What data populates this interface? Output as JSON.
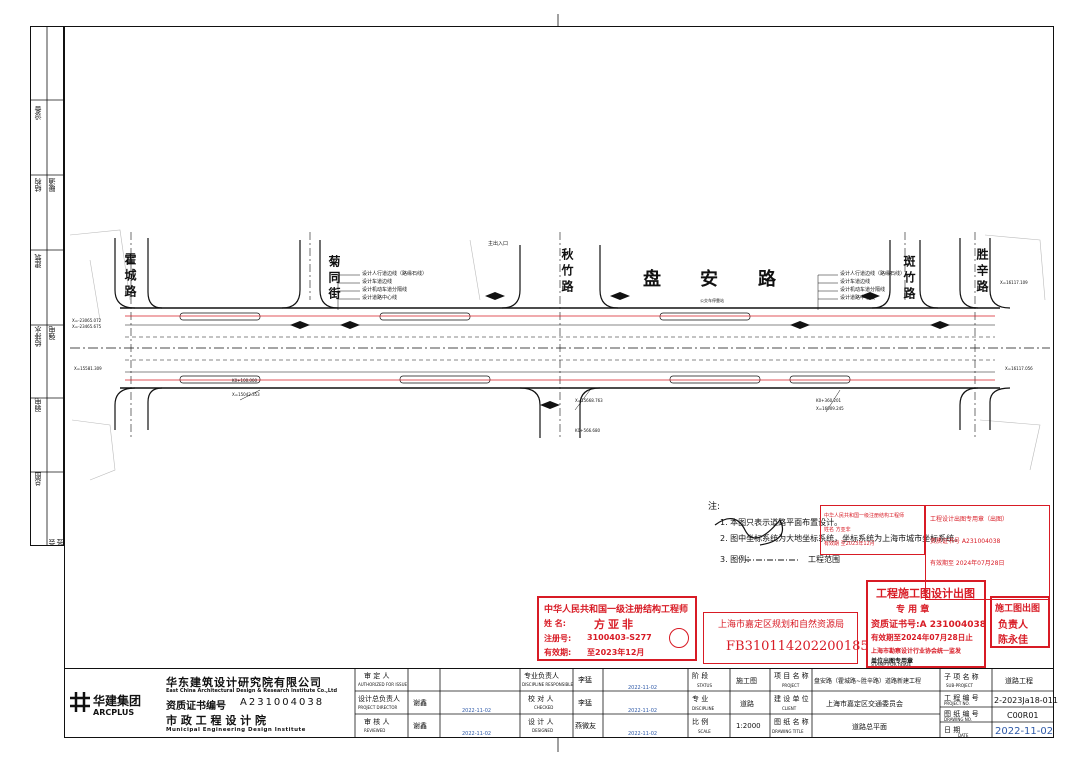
{
  "left_strip": [
    "设备",
    "结构",
    "暖通",
    "建筑",
    "给排水",
    "强电",
    "弱电",
    "总图",
    "会签"
  ],
  "roads": {
    "huicheng": "霍城路",
    "jutong": "菊同街",
    "qiuzhu": "秋竹路",
    "panan": [
      "盘",
      "安",
      "路"
    ],
    "banzhu": "斑竹路",
    "shengxin": "胜辛路"
  },
  "legend_left": [
    "设计人行道边线（路缘石线）",
    "设计车道边线",
    "设计机动车道分隔线",
    "设计道路中心线"
  ],
  "legend_right": [
    "设计人行道边线（路缘石线）",
    "设计车道边线",
    "设计机动车道分隔线",
    "设计道路中心线"
  ],
  "plan_labels": {
    "kou": "主出入口",
    "coord1": "X=-23065.072",
    "coord2": "X=-23465.675",
    "coord3": "X=15581.309",
    "coord4": "X=15042.353",
    "coord5": "X=15668.763",
    "coord6": "X=16009.245",
    "coord7": "X=16117.056",
    "coord8": "X=16117.109",
    "station1": "K0+100.000",
    "station2": "K0+360.201",
    "station3": "K0+566.680",
    "bus": "公交车停靠站"
  },
  "notes": {
    "title": "注:",
    "items": [
      "1. 本图只表示道路平面布置设计。",
      "2. 图中坐标系统为大地坐标系统，坐标系统为上海市城市坐标系统。",
      "3. 图例：",
      "工程范围"
    ]
  },
  "stamp_structural": {
    "title": "中华人民共和国一级注册结构工程师",
    "name_label": "姓   名:",
    "name": "方亚非",
    "reg_label": "注册号:",
    "reg": "3100403-S277",
    "valid_label": "有效期:",
    "valid": "至2023年12月"
  },
  "stamp_planning": {
    "title": "上海市嘉定区规划和自然资源局",
    "code": "FB310114202200185"
  },
  "stamp_construction": {
    "title": "工程施工图设计出图",
    "sub": "专  用  章",
    "cert": "资质证书号:A 231004038",
    "valid": "有效期至2024年07月28日止",
    "issuer": "上海市勘察设计行业协会统一监发",
    "unit": "单位出图专用章",
    "stamp_for_issue": "STAMP FOR ISSUE"
  },
  "stamp_responsible": {
    "title": "施工图出图",
    "role": "负责人",
    "name": "陈永佳"
  },
  "stamp_small_left": {
    "line1": "中华人民共和国一级注册结构工程师",
    "line2": "姓名 方亚非",
    "line3": "有效期 至2023年12月"
  },
  "stamp_small_right": {
    "line1": "工程设计出图专用章（出图）",
    "line2": "资质证书号 A231004038",
    "line3": "有效期至 2024年07月28日"
  },
  "title_block": {
    "company_cn": "华东建筑设计研究院有限公司",
    "company_en": "East China Architectural Design & Research Institute Co.,Ltd",
    "cert_label": "资质证书编号",
    "cert_no": "A231004038",
    "institute_cn": "市  政  工  程  设  计  院",
    "institute_en": "Municipal Engineering Design Institute",
    "logo_cn": "华建集团",
    "logo_en": "ARCPLUS",
    "rows": [
      {
        "label": "审 定 人",
        "en": "AUTHORIZED FOR ISSUE",
        "name": "",
        "date": ""
      },
      {
        "label": "设计总负责人",
        "en": "PROJECT DIRECTOR",
        "name": "谢鑫",
        "date": "2022-11-02"
      },
      {
        "label": "审 核 人",
        "en": "REVIEWED",
        "name": "谢鑫",
        "date": "2022-11-02"
      }
    ],
    "rows2": [
      {
        "label": "专业负责人",
        "en": "DISCIPLINE RESPONSIBLE",
        "name": "李猛",
        "date": "2022-11-02"
      },
      {
        "label": "校 对 人",
        "en": "CHECKED",
        "name": "李猛",
        "date": "2022-11-02"
      },
      {
        "label": "设 计 人",
        "en": "DESIGNED",
        "name": "燕微友",
        "date": "2022-11-02"
      }
    ],
    "status_label": "阶    段",
    "status_en": "STATUS",
    "status_value": "施工图",
    "discipline_label": "专    业",
    "discipline_en": "DISCIPLINE",
    "discipline_value": "道路",
    "scale_label": "比    例",
    "scale_en": "SCALE",
    "scale_value": "1:2000",
    "project_label": "项 目 名 称",
    "project_en": "PROJECT",
    "project_value": "盘安路（霍城路~胜辛路）道路新建工程",
    "client_label": "建 设 单 位",
    "client_en": "CLIENT",
    "client_value": "上海市嘉定区交通委员会",
    "drawing_label": "图 纸 名 称",
    "drawing_en": "DRAWING TITLE",
    "drawing_value": "道路总平面",
    "subproject_label": "子 项 名 称",
    "subproject_en": "SUB-PROJECT",
    "subproject_value": "道路工程",
    "project_no_label": "工 程 编 号",
    "project_no_en": "PROJECT NO.",
    "project_no_value": "2-2023Ja18-011",
    "drawing_no_label": "图 纸 编 号",
    "drawing_no_en": "DRAWING NO.",
    "drawing_no_value": "C00R01",
    "date_label": "日    期",
    "date_en": "DATE",
    "date_value": "2022-11-02"
  }
}
